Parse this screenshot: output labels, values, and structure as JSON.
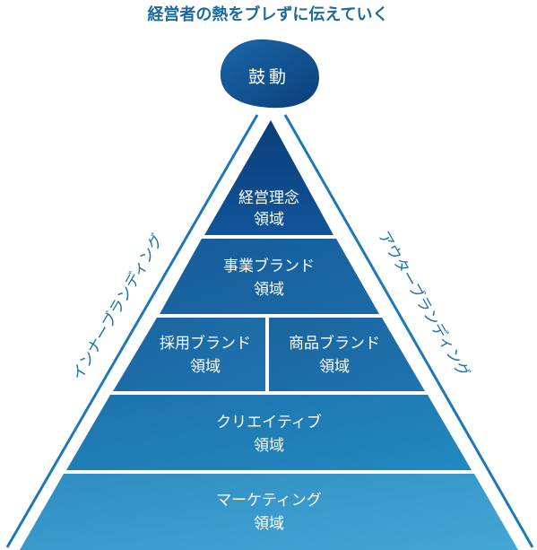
{
  "heading": "経営者の熱をブレずに伝えていく",
  "apex": {
    "label": "鼓動"
  },
  "tiers": {
    "philosophy": {
      "line1": "経営理念",
      "line2": "領域"
    },
    "business": {
      "line1": "事業ブランド",
      "line2": "領域"
    },
    "recruit": {
      "line1": "採用ブランド",
      "line2": "領域"
    },
    "product": {
      "line1": "商品ブランド",
      "line2": "領域"
    },
    "creative": {
      "line1": "クリエイティブ",
      "line2": "領域"
    },
    "marketing": {
      "line1": "マーケティング",
      "line2": "領域"
    }
  },
  "sides": {
    "left": "インナーブランディング",
    "right": "アウターブランディング"
  },
  "colors": {
    "heading": "#1a6a9e",
    "side_text": "#1e70aa",
    "side_line": "#1e78b8",
    "tier_dark": "#0d4a86",
    "tier_light": "#3a9fce"
  }
}
